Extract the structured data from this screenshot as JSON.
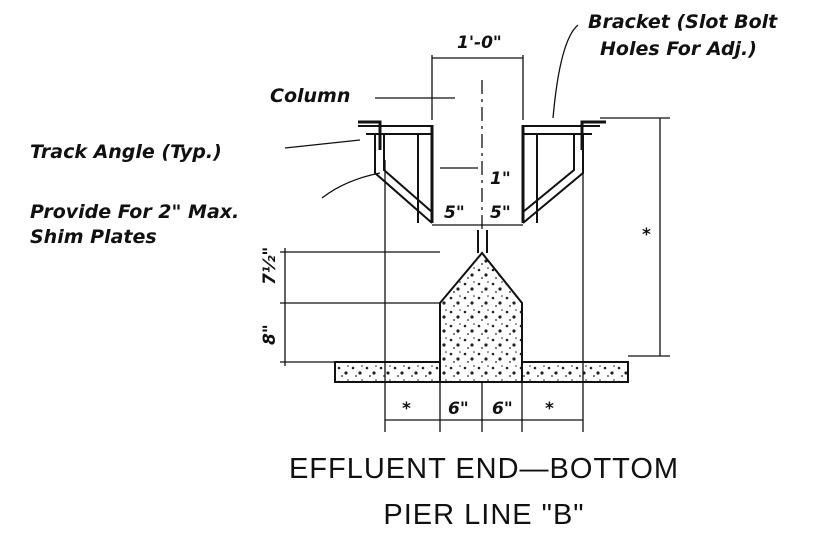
{
  "labels": {
    "bracket_line1": "Bracket (Slot Bolt",
    "bracket_line2": "Holes For Adj.)",
    "column": "Column",
    "track_angle": "Track Angle (Typ.)",
    "shim_line1": "Provide For 2\" Max.",
    "shim_line2": "Shim Plates"
  },
  "dimensions": {
    "column_width": "1'-0\"",
    "gap": "1\"",
    "left_half": "5\"",
    "right_half": "5\"",
    "height_upper": "7½\"",
    "height_lower": "8\"",
    "height_right": "*",
    "bottom_outer_left": "*",
    "bottom_inner_left": "6\"",
    "bottom_inner_right": "6\"",
    "bottom_outer_right": "*"
  },
  "title": {
    "line1": "EFFLUENT END—BOTTOM",
    "line2": "PIER LINE \"B\""
  }
}
